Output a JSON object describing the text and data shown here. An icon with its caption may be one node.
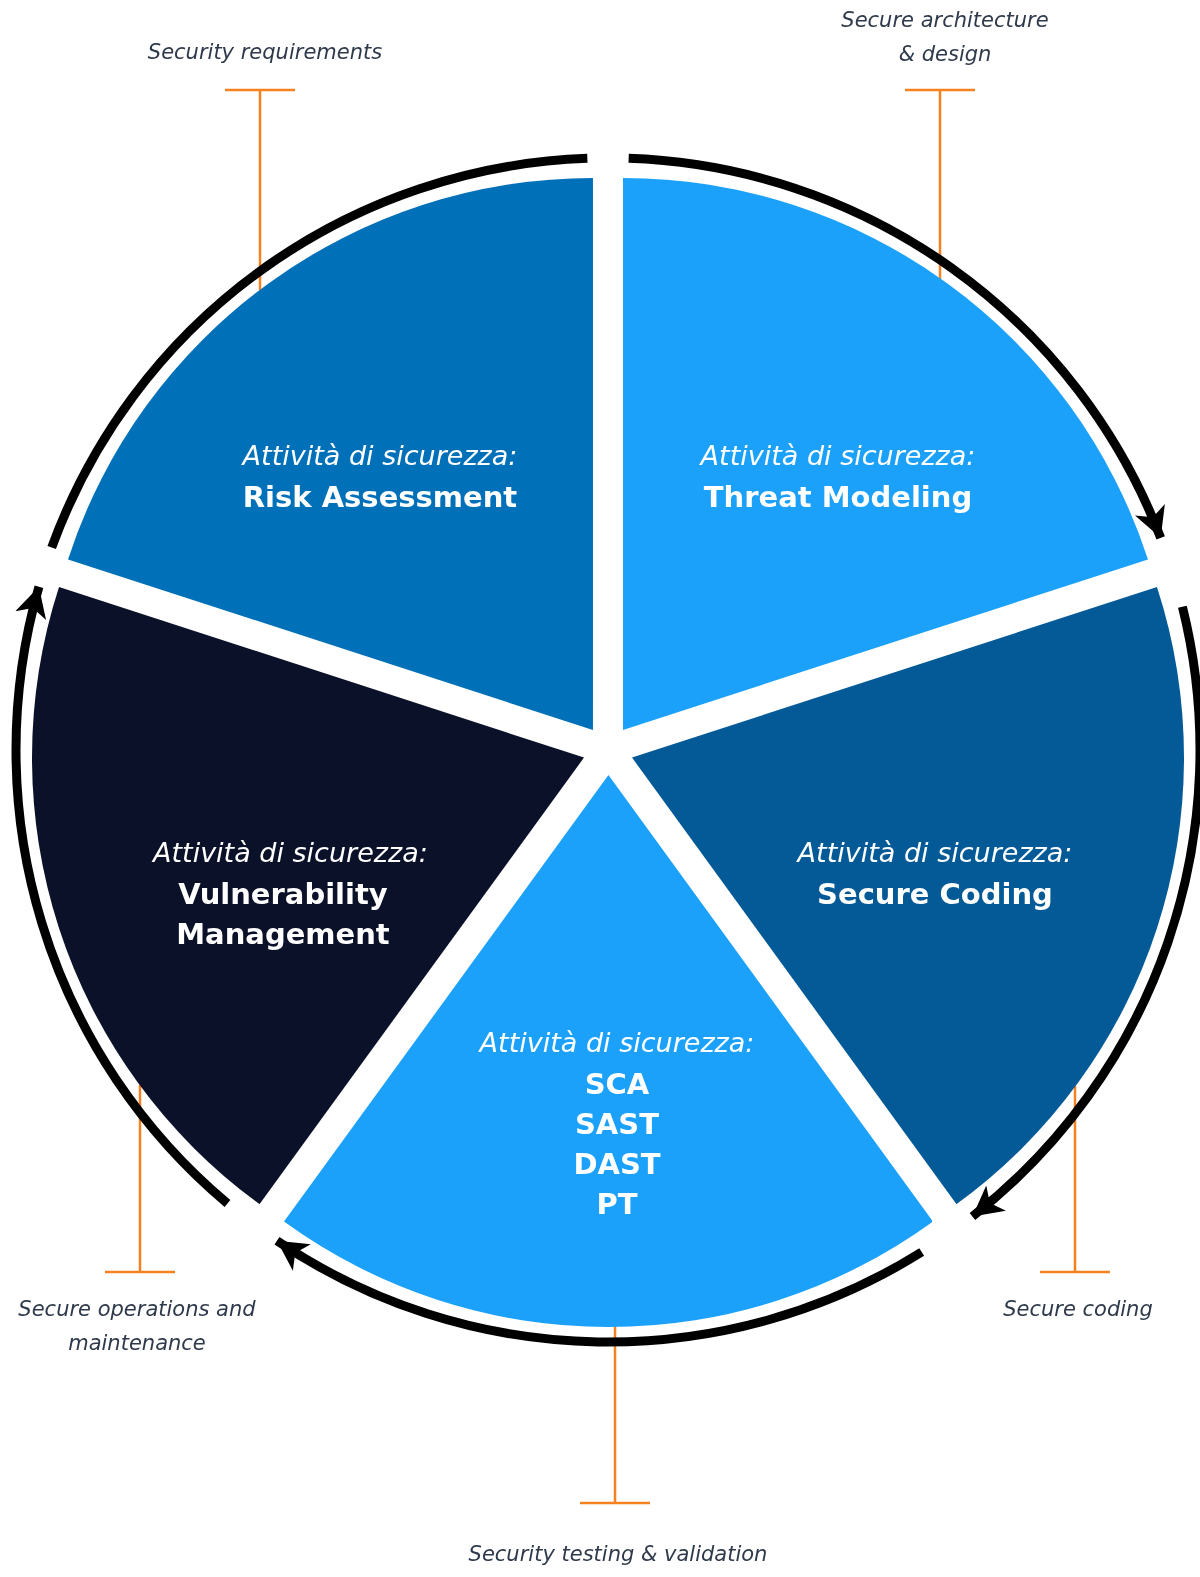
{
  "diagram": {
    "nodes": [
      {
        "text": [
          "Security requirements"
        ]
      },
      {
        "text": [
          "Secure architecture & design"
        ]
      },
      {
        "text": [
          "Attività di sicurezza:",
          "Risk Assessment"
        ]
      },
      {
        "text": [
          "Attività di sicurezza:",
          "Threat Modeling"
        ]
      },
      {
        "text": [
          "Attività di sicurezza:",
          "Vulnerability Management"
        ]
      },
      {
        "text": [
          "Attività di sicurezza:",
          "Secure Coding"
        ]
      },
      {
        "text": [
          "Attività di sicurezza:",
          "SCA",
          "SAST",
          "DAST",
          "PT"
        ]
      },
      {
        "text": [
          "Secure operations and maintenance"
        ]
      },
      {
        "text": [
          "Secure coding"
        ]
      },
      {
        "text": [
          "Security testing & validation"
        ]
      }
    ],
    "edges": [
      {
        "from": 0,
        "to": 2,
        "arrow": "other",
        "color": "#f5821f"
      },
      {
        "from": 1,
        "to": 3,
        "arrow": "other",
        "color": "#f5821f"
      },
      {
        "from": 7,
        "to": 4,
        "arrow": "other",
        "color": "#f5821f"
      },
      {
        "from": 8,
        "to": 5,
        "arrow": "other",
        "color": "#f5821f"
      },
      {
        "from": 9,
        "to": 6,
        "arrow": "other",
        "color": "#f5821f"
      }
    ]
  }
}
